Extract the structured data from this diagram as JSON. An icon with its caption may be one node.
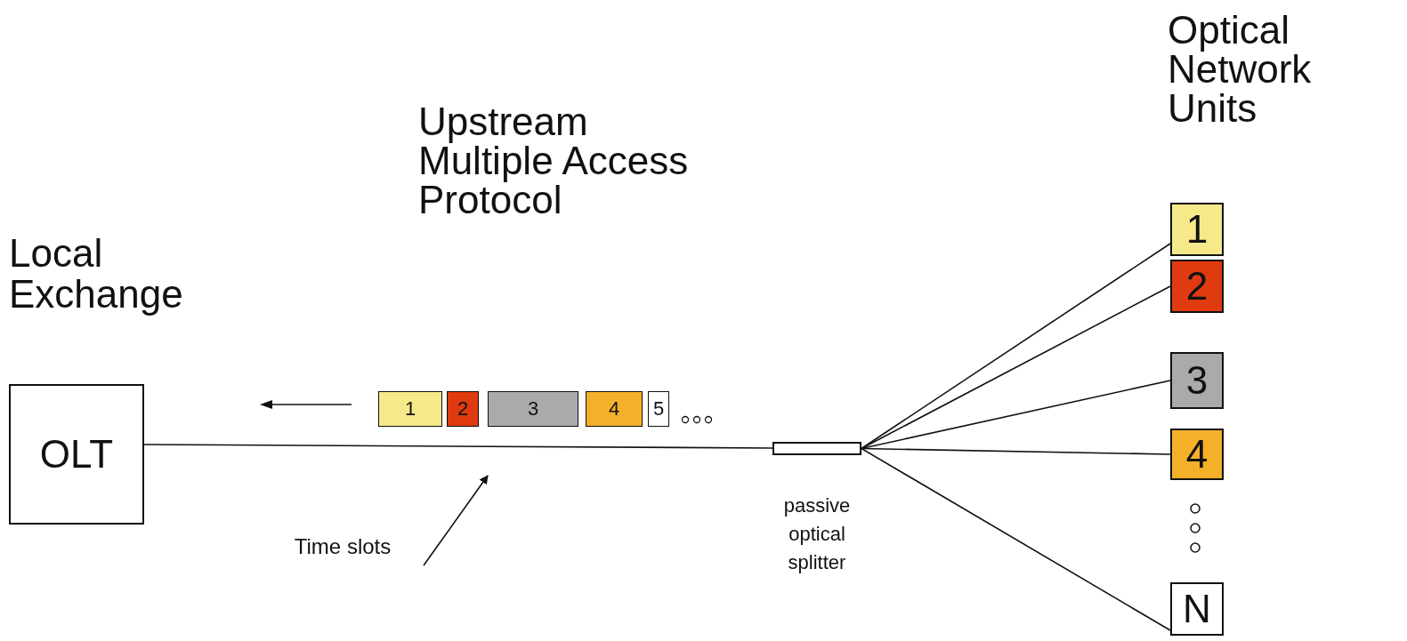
{
  "diagram": {
    "nodes": [
      {
        "text": [
          "OLT"
        ],
        "beside": [
          "Local Exchange"
        ]
      },
      {
        "text": [
          "1"
        ]
      },
      {
        "text": [
          "2"
        ]
      },
      {
        "text": [
          "3"
        ]
      },
      {
        "text": [
          "4"
        ]
      },
      {
        "text": [
          "5"
        ]
      },
      {
        "text": [],
        "shape": "box",
        "beside": [
          "passive optical splitter"
        ]
      },
      {
        "text": [
          "Time slots"
        ]
      },
      {
        "text": [
          "1"
        ]
      },
      {
        "text": [
          "2"
        ]
      },
      {
        "text": [
          "3"
        ]
      },
      {
        "text": [
          "4"
        ]
      },
      {
        "text": [
          "N"
        ]
      }
    ],
    "edges": [
      {
        "from": 0,
        "to": 6,
        "arrow": "none"
      },
      {
        "from": 6,
        "to": 8,
        "arrow": "none"
      },
      {
        "from": 6,
        "to": 9,
        "arrow": "none"
      },
      {
        "from": 6,
        "to": 10,
        "arrow": "none"
      },
      {
        "from": 6,
        "to": 11,
        "arrow": "none"
      },
      {
        "from": 6,
        "to": 12,
        "arrow": "none"
      },
      {
        "from": 7,
        "to": null,
        "arrow": "to"
      }
    ],
    "labels": [
      "Upstream Multiple Access Protocol",
      "Optical Network Units"
    ]
  }
}
